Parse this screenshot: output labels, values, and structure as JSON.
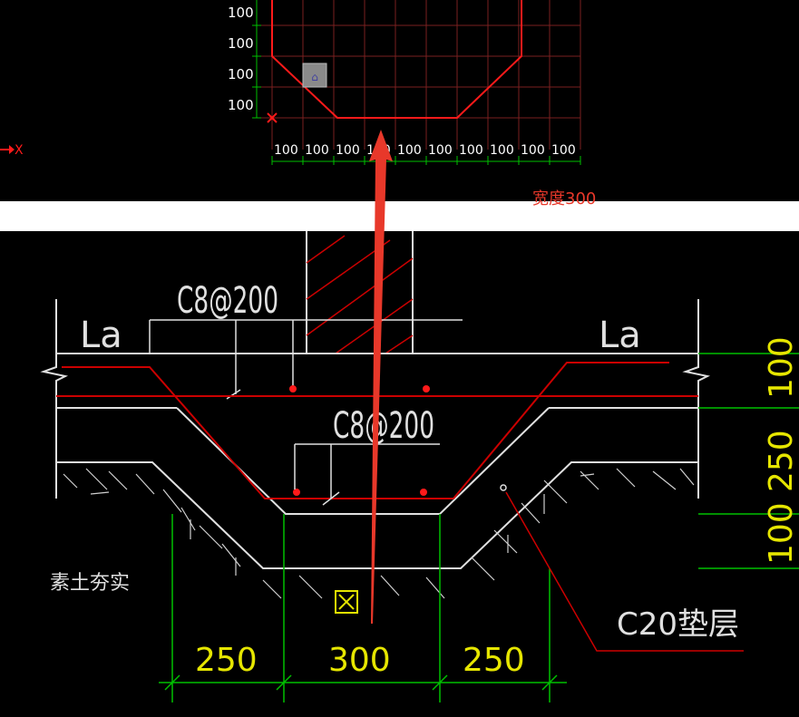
{
  "top_panel": {
    "x_axis_label": "X",
    "y_grid_labels": [
      "100",
      "100",
      "100",
      "100"
    ],
    "x_grid_labels": [
      "100",
      "100",
      "100",
      "100",
      "100",
      "100",
      "100",
      "100",
      "100",
      "100"
    ]
  },
  "overlay": {
    "note_text": "宽度300",
    "arrow_color": "#e8382a"
  },
  "section": {
    "la_left": "La",
    "la_right": "La",
    "rebar_top": "C8@200",
    "rebar_mid": "C8@200",
    "soil_note": "素土夯实",
    "cushion_label": "C20垫层",
    "dim_right": [
      "100",
      "250",
      "100"
    ],
    "dim_bottom": [
      "250",
      "300",
      "250"
    ]
  },
  "colors": {
    "grid_red": "#7a2020",
    "outline_red": "#ff1a1a",
    "rebar_red": "#cc0000",
    "dim_green": "#00c000",
    "dim_text_yellow": "#e6e600",
    "line_white": "#e0e0e0"
  }
}
